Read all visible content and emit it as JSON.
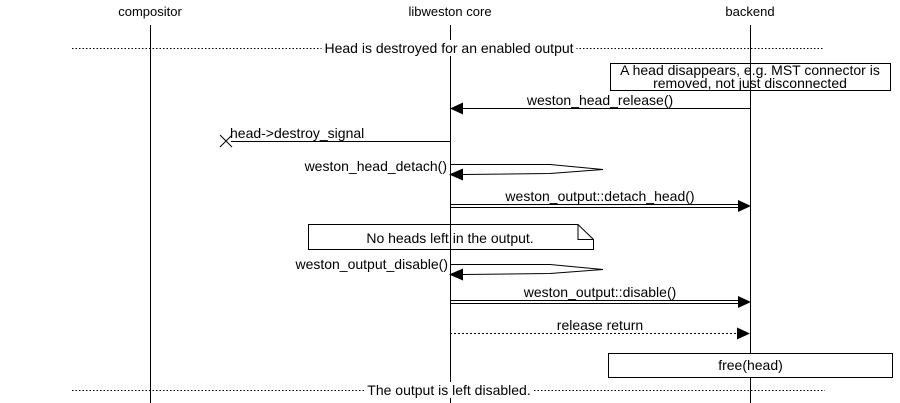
{
  "diagram_type": "sequence-diagram",
  "colors": {
    "line": "#000000",
    "background": "#ffffff",
    "text": "#000000"
  },
  "participants": [
    {
      "label": "compositor"
    },
    {
      "label": "libweston core"
    },
    {
      "label": "backend"
    }
  ],
  "sequence": [
    {
      "type": "divider",
      "label": "Head is destroyed for an enabled output"
    },
    {
      "type": "note",
      "over": "backend",
      "lines": [
        "A head disappears, e.g. MST connector is",
        "removed, not just disconnected"
      ]
    },
    {
      "type": "message",
      "from": "backend",
      "to": "libweston core",
      "label": "weston_head_release()"
    },
    {
      "type": "lost-message",
      "from": "libweston core",
      "label": "head->destroy_signal"
    },
    {
      "type": "self-message",
      "on": "libweston core",
      "label": "weston_head_detach()"
    },
    {
      "type": "method-call",
      "from": "libweston core",
      "to": "backend",
      "label": "weston_output::detach_head()"
    },
    {
      "type": "note",
      "over": "libweston core",
      "lines": [
        "No heads left in the output."
      ]
    },
    {
      "type": "self-message",
      "on": "libweston core",
      "label": "weston_output_disable()"
    },
    {
      "type": "method-call",
      "from": "libweston core",
      "to": "backend",
      "label": "weston_output::disable()"
    },
    {
      "type": "return-message",
      "from": "libweston core",
      "to": "backend",
      "label": "release return"
    },
    {
      "type": "action-box",
      "on": "backend",
      "label": "free(head)"
    },
    {
      "type": "divider",
      "label": "The output is left disabled."
    }
  ]
}
